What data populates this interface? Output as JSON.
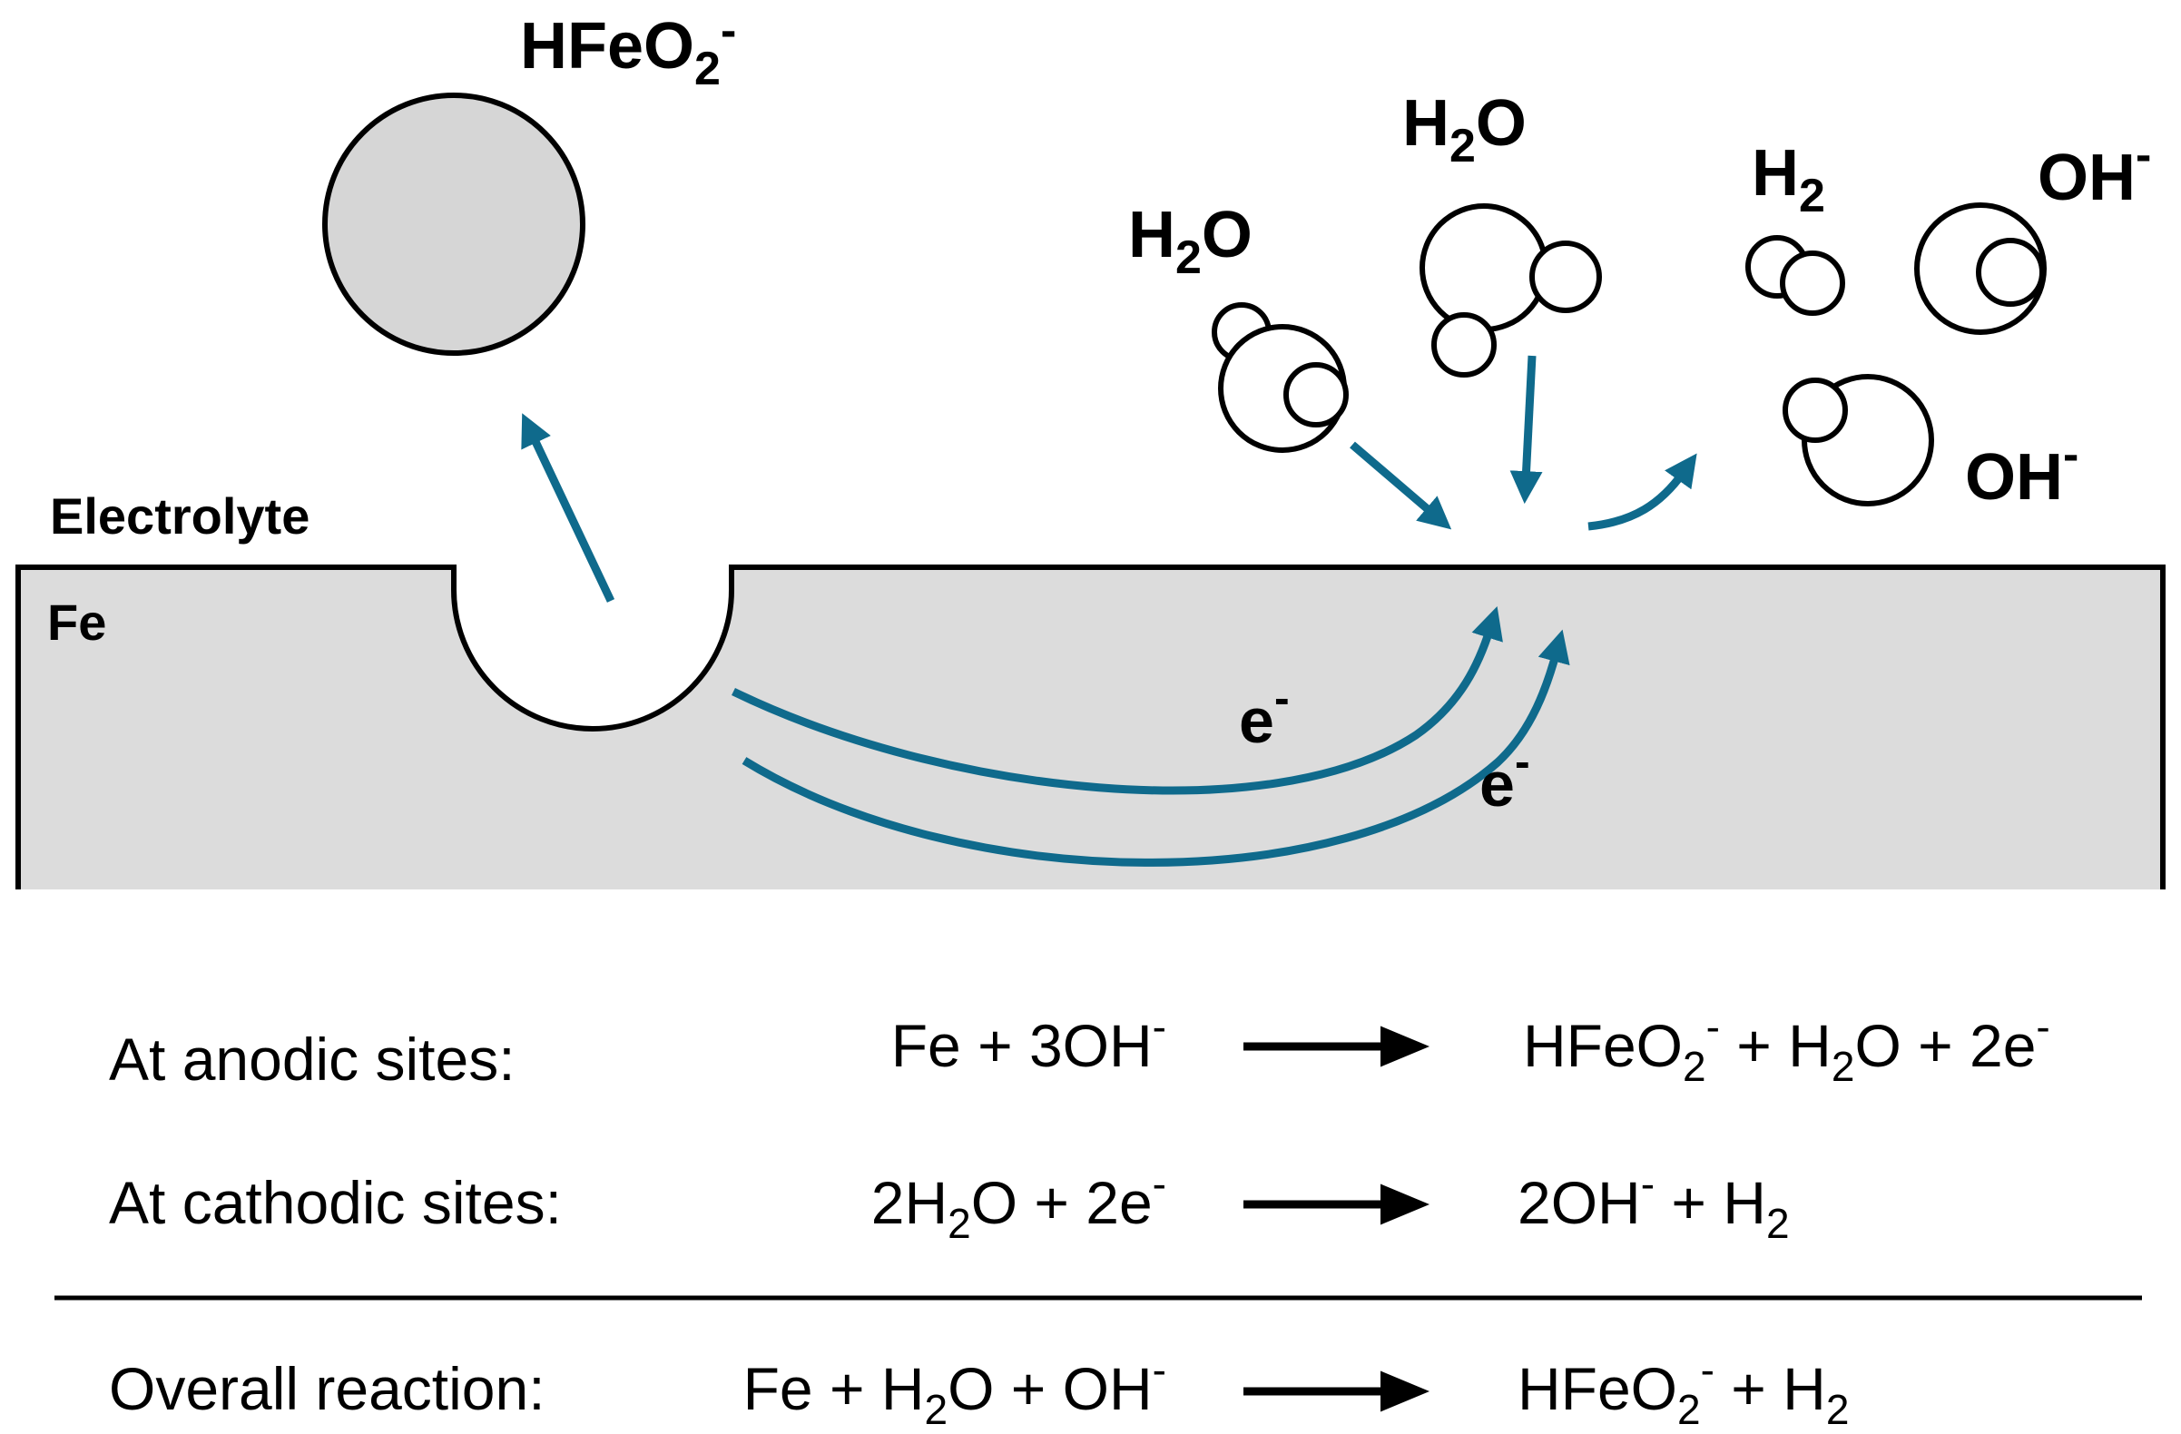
{
  "labels": {
    "electrolyte": "Electrolyte",
    "metal": "Fe",
    "ion_product": {
      "base": "HFeO",
      "sub": "2",
      "sup": "-"
    },
    "water_left": {
      "a": "H",
      "sub": "2",
      "b": "O"
    },
    "water_center": {
      "a": "H",
      "sub": "2",
      "b": "O"
    },
    "hydrogen": {
      "a": "H",
      "sub": "2"
    },
    "hydroxide_top": {
      "a": "OH",
      "sup": "-"
    },
    "hydroxide_bottom": {
      "a": "OH",
      "sup": "-"
    },
    "electron_1": {
      "a": "e",
      "sup": "-"
    },
    "electron_2": {
      "a": "e",
      "sup": "-"
    }
  },
  "reactions": {
    "anodic": {
      "label": "At anodic sites:",
      "reactants": {
        "a": "Fe + 3OH",
        "sup": "-"
      },
      "products": {
        "a": "HFeO",
        "sub": "2",
        "sup": "-",
        "b": " + H",
        "sub2": "2",
        "c": "O + 2e",
        "sup2": "-"
      }
    },
    "cathodic": {
      "label": "At cathodic sites:",
      "reactants": {
        "a": "2H",
        "sub": "2",
        "b": "O + 2e",
        "sup": "-"
      },
      "products": {
        "a": "2OH",
        "sup": "-",
        "b": " + H",
        "sub": "2"
      }
    },
    "overall": {
      "label": "Overall reaction:",
      "reactants": {
        "a": "Fe + H",
        "sub": "2",
        "b": "O + OH",
        "sup": "-"
      },
      "products": {
        "a": "HFeO",
        "sub": "2",
        "sup": "-",
        "b": " + H",
        "sub2": "2"
      }
    }
  },
  "colors": {
    "arrow": "#0f6a8c",
    "metal_fill": "#dcdcdc",
    "ion_fill": "#d6d6d6",
    "stroke": "#000000"
  }
}
